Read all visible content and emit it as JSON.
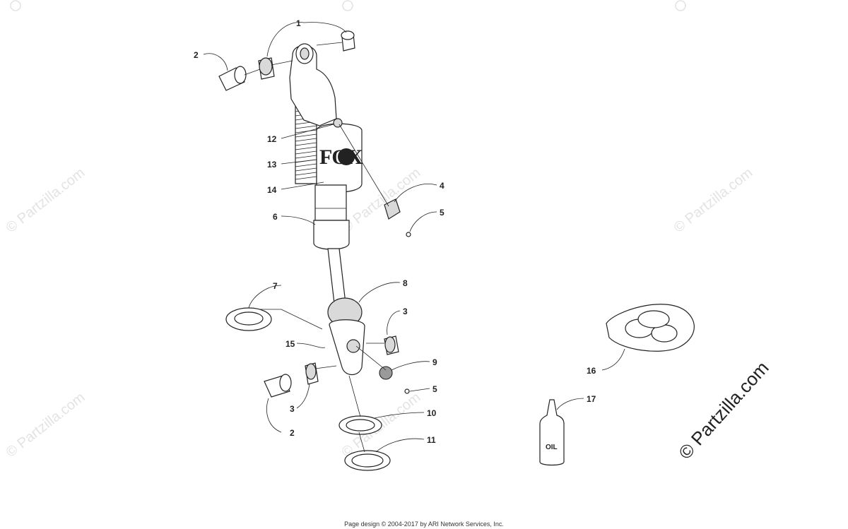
{
  "callouts": [
    {
      "label": "1"
    },
    {
      "label": "2"
    },
    {
      "label": "12"
    },
    {
      "label": "13"
    },
    {
      "label": "14"
    },
    {
      "label": "4"
    },
    {
      "label": "5"
    },
    {
      "label": "6"
    },
    {
      "label": "7"
    },
    {
      "label": "8"
    },
    {
      "label": "3"
    },
    {
      "label": "15"
    },
    {
      "label": "9"
    },
    {
      "label": "5"
    },
    {
      "label": "3"
    },
    {
      "label": "2"
    },
    {
      "label": "10"
    },
    {
      "label": "11"
    },
    {
      "label": "16"
    },
    {
      "label": "17"
    }
  ],
  "labels": {
    "logo_text": "FOX",
    "bottle_text": "OIL"
  },
  "watermarks": {
    "faint": "© Partzilla.com",
    "strong": "© Partzilla.com"
  },
  "footer": {
    "text": "Page design © 2004-2017 by ARI Network Services, Inc."
  }
}
